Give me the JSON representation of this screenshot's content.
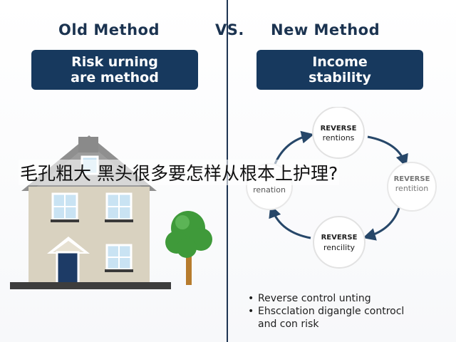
{
  "header": {
    "left_title": "Old Method",
    "vs_label": "VS.",
    "right_title": "New Method"
  },
  "left_panel": {
    "line1": "Risk urning",
    "line2": "are method"
  },
  "right_panel": {
    "line1": "Income",
    "line2": "stability"
  },
  "cycle": {
    "top": {
      "line1": "REVERSE",
      "line2": "rentions"
    },
    "left": {
      "line1": "",
      "line2": "renation"
    },
    "right": {
      "line1": "REVERSE",
      "line2": "rentition"
    },
    "bottom": {
      "line1": "REVERSE",
      "line2": "rencility"
    }
  },
  "overlay_caption": "毛孔粗大 黑头很多要怎样从根本上护理?",
  "bullets": {
    "item1": "Reverse control unting",
    "item2_line1": "Ehscclation digangle controcl",
    "item2_line2": "and con risk"
  },
  "colors": {
    "navy": "#17395e",
    "house_wall": "#d9d2c0",
    "roof": "#8f8f8f",
    "door": "#1d3b66",
    "window": "#c9e3f3",
    "tree_green": "#3f9a3a",
    "trunk": "#b77c2e",
    "arrow": "#274769"
  }
}
